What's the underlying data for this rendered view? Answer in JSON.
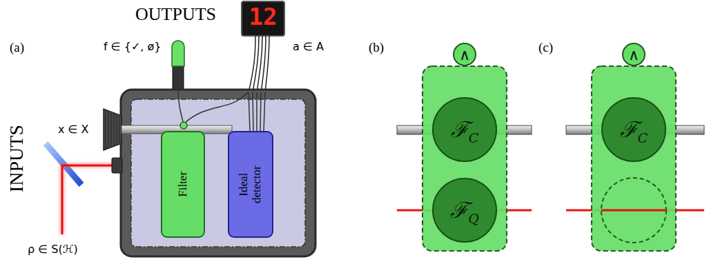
{
  "diagram": {
    "nodes": [
      {
        "text": [
          "Filter"
        ]
      },
      {
        "text": [
          "Ideal detector"
        ]
      },
      {
        "text": [
          "∧"
        ]
      },
      {
        "text": [
          "ℱ",
          "C"
        ]
      },
      {
        "text": [
          "ℱ",
          "Q"
        ]
      },
      {
        "text": [
          "∧"
        ]
      },
      {
        "text": [
          "ℱ",
          "C"
        ]
      }
    ],
    "labels": [
      "OUTPUTS",
      "INPUTS",
      "(a)",
      "(b)",
      "(c)",
      "f ∈ {✓, ø}",
      "a ∈ A",
      "x ∈ X",
      "ρ ∈ S(ℋ)",
      "12"
    ]
  }
}
